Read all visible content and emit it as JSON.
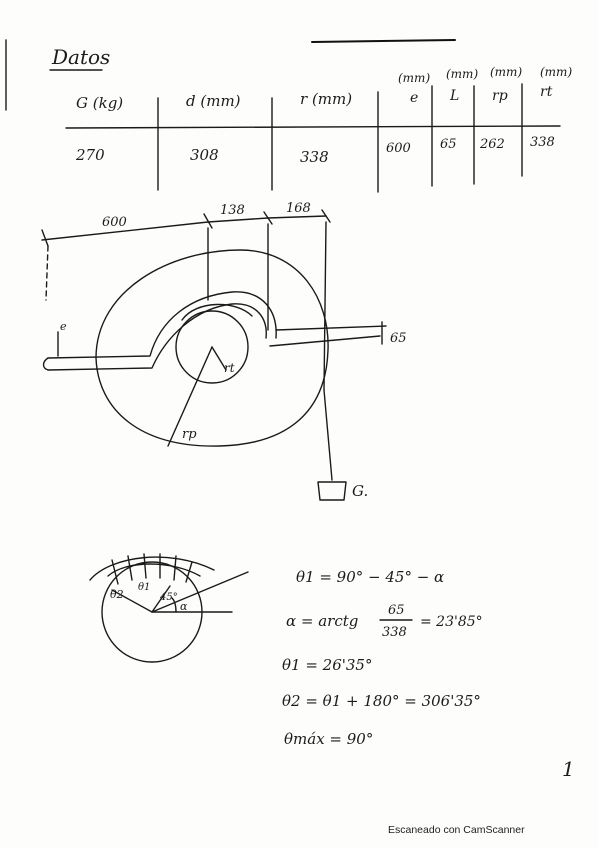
{
  "heading": "Datos",
  "table": {
    "units_row": [
      "(mm)",
      "(mm)",
      "(mm)",
      "(mm)"
    ],
    "headers": [
      "G (kg)",
      "d (mm)",
      "r (mm)",
      "e",
      "L",
      "rp",
      "rt"
    ],
    "values": [
      "270",
      "308",
      "338",
      "600",
      "65",
      "262",
      "338"
    ]
  },
  "diagram1": {
    "dim_top": "600",
    "dim_mid": "138",
    "dim_right": "168",
    "label_e": "e",
    "label_65": "65",
    "label_rt": "rt",
    "label_rp": "rp",
    "label_G": "G."
  },
  "diagram2": {
    "label_theta2": "θ2",
    "label_theta1": "θ1",
    "label_45": "45°",
    "label_alpha": "α"
  },
  "equations": [
    "θ1 = 90° − 45° − α",
    "α = arctg",
    "θ1 = 26'35°",
    "θ2 = θ1 + 180° = 306'35°",
    "θmáx = 90°"
  ],
  "fraction": {
    "numerator": "65",
    "denominator": "338",
    "result": "= 23'85°"
  },
  "page_number": "1",
  "footer": "Escaneado con CamScanner"
}
